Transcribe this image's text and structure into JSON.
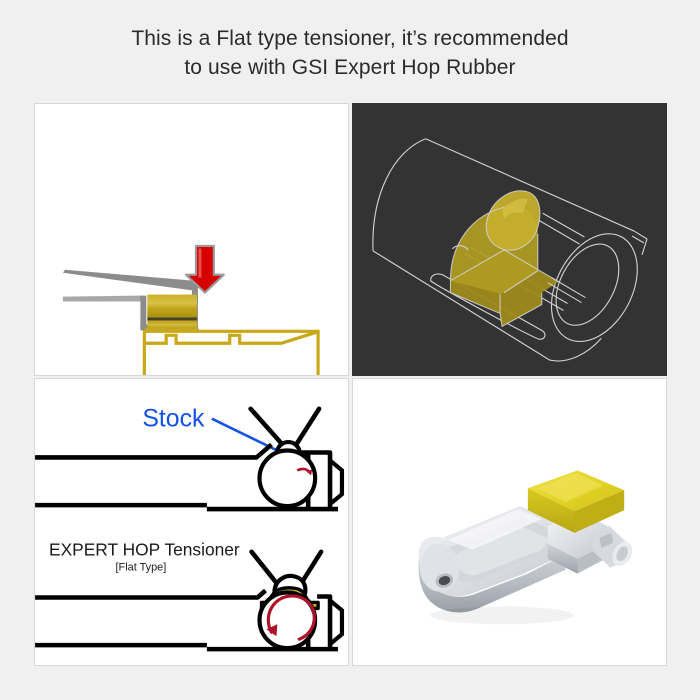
{
  "headline": {
    "line1": "This is a Flat type tensioner, it’s recommended",
    "line2": "to use with GSI Expert Hop Rubber"
  },
  "panels": {
    "top_left": {
      "name": "cross-section-press-diagram",
      "background": "#ffffff",
      "elements": {
        "press_arrow": "down-arrow-red",
        "tensioner_block": "flat-type-tensioner-block",
        "chamber_outline": "hop-up-chamber-outline"
      },
      "colors": {
        "arrow_fill": "#d60000",
        "arrow_stroke": "#9a9a9a",
        "tensioner_gold": "#c9ad1e",
        "chamber_stroke": "#c8a817",
        "nozzle_stroke": "#777777"
      }
    },
    "top_right": {
      "name": "wireframe-barrel-assembly",
      "background": "#333333",
      "elements": {
        "barrel": "inner-barrel-wireframe",
        "clip": "hop-rubber-clip-translucent"
      },
      "colors": {
        "background": "#333333",
        "wire_stroke": "#cfcfcf",
        "clip_fill": "#a08d1c"
      }
    },
    "bottom_left": {
      "name": "stock-vs-expert-hop-comparison",
      "background": "#ffffff",
      "stock_label": "Stock",
      "expert_title": "EXPERT HOP Tensioner",
      "expert_subtitle": "[Flat Type]",
      "colors": {
        "label_blue": "#1351e8",
        "outline_black": "#000000",
        "spin_arrow_red": "#b01028",
        "flat_pad_yellow": "#d4b723"
      }
    },
    "bottom_right": {
      "name": "tensioner-product-photo",
      "background": "#ffffff",
      "elements": {
        "body": "aluminum-tensioner-arm",
        "pad": "yellow-flat-pad"
      },
      "colors": {
        "metal_light": "#e9eaec",
        "metal_mid": "#c6c9cd",
        "metal_dark": "#9ea3a9",
        "pad_yellow": "#e2d226",
        "pad_yellow_dark": "#c9b71c"
      }
    }
  }
}
